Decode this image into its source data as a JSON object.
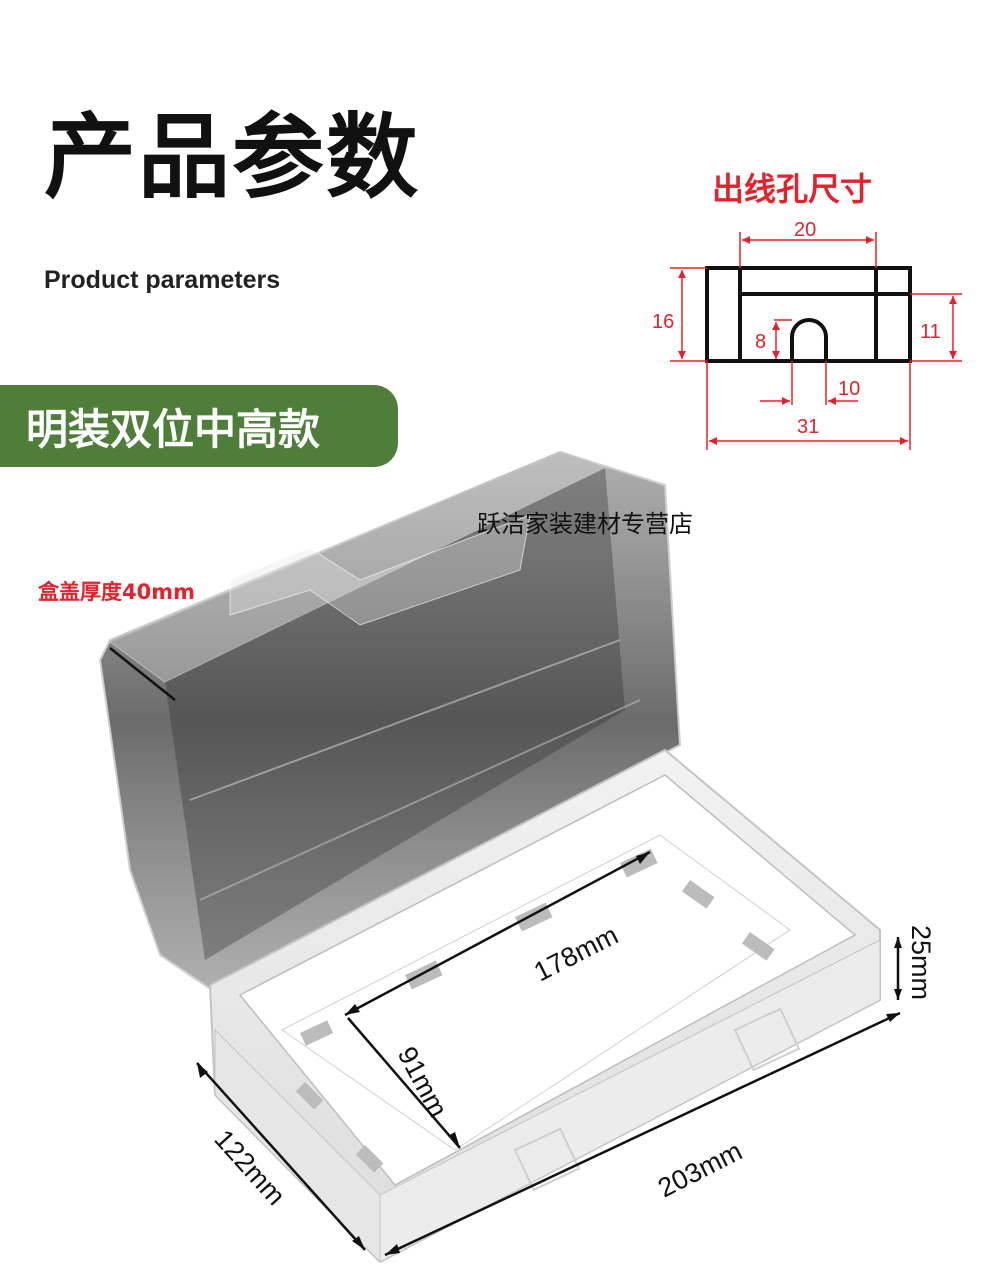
{
  "header": {
    "title_cn": "产品参数",
    "title_en": "Product parameters"
  },
  "hole_diagram": {
    "title": "出线孔尺寸",
    "dims": {
      "top_width": "20",
      "total_width": "31",
      "slot_width": "10",
      "total_height": "16",
      "right_height": "11",
      "slot_height": "8"
    }
  },
  "badge": {
    "label": "明装双位中高款"
  },
  "watermark": "跃洁家装建材专营店",
  "lid_thickness": "盒盖厚度40mm",
  "measurements": {
    "inner_length": "178mm",
    "inner_width": "91mm",
    "outer_width": "122mm",
    "outer_length": "203mm",
    "depth": "25mm"
  },
  "colors": {
    "accent_red": "#e3222b",
    "badge_green": "#4f7d3a"
  }
}
